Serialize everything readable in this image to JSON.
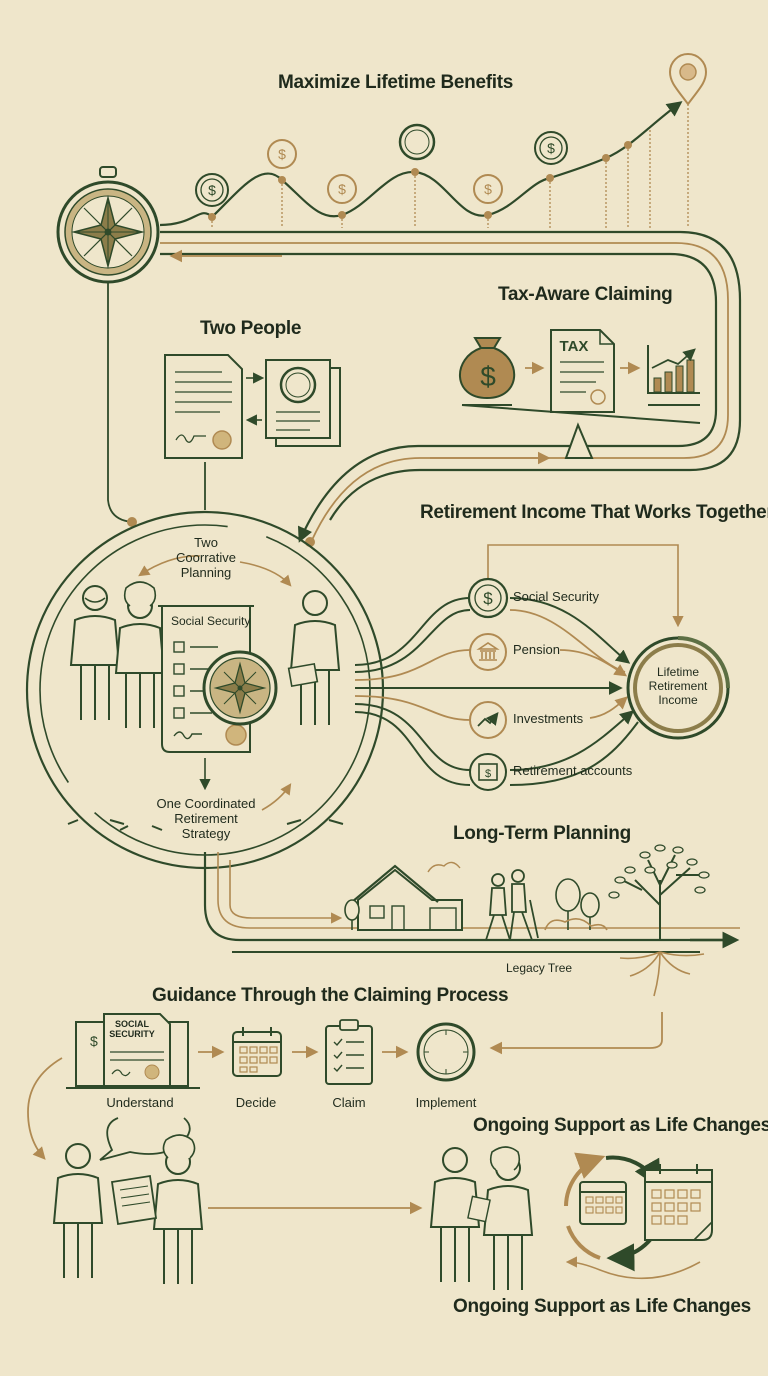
{
  "headings": {
    "top": "Maximize Lifetime Benefits",
    "tax": "Tax-Aware Claiming",
    "two_people": "Two People",
    "income": "Retirement Income That Works Together",
    "long_term": "Long-Term Planning",
    "guidance": "Guidance Through the Claiming Process",
    "support_top": "Ongoing Support as Life Changes",
    "support_bottom": "Ongoing Support as Life Changes"
  },
  "center": {
    "top_label": "Two\nCoorrative\nPlanning",
    "document_title": "Social Security",
    "bottom_label": "One Coordinated\nRetirement\nStrategy"
  },
  "tax_doc": "TAX",
  "income_sources": [
    "Social Security",
    "Pension",
    "Investments",
    "Retirement accounts"
  ],
  "income_target": "Lifetime\nRetirement\nIncome",
  "legacy_label": "Legacy Tree",
  "process": {
    "doc_title": "SOCIAL\nSECURITY",
    "steps": [
      "Understand",
      "Decide",
      "Claim",
      "Implement"
    ]
  },
  "icons": [
    "compass-icon",
    "dollar-coin-icon",
    "map-pin-icon",
    "money-bag-icon",
    "tax-form-icon",
    "bar-chart-icon",
    "balance-scale-icon",
    "bank-icon",
    "trend-icon",
    "safe-icon",
    "house-icon",
    "tree-icon",
    "calendar-icon",
    "checklist-icon",
    "cycle-arrows-icon"
  ],
  "colors": {
    "background": "#efe6cb",
    "dark_green": "#2f4a2a",
    "tan": "#b08a52",
    "olive": "#8c7d4a"
  }
}
